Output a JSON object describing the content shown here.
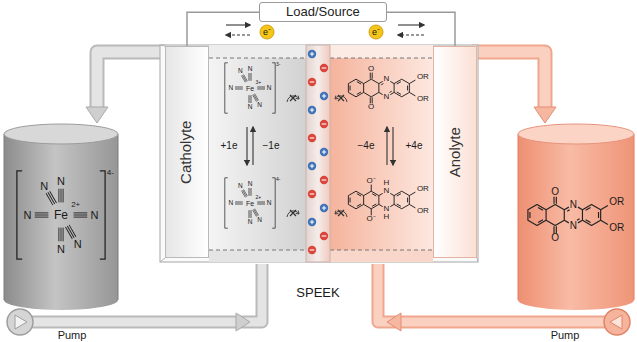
{
  "diagram": {
    "nodes": [
      {
        "text": [
          "Load/Source"
        ]
      },
      {
        "text": [
          "Catholyte"
        ]
      },
      {
        "text": [
          "Anolyte"
        ]
      }
    ],
    "edges": [
      {
        "from": 0,
        "to": 1,
        "arrow": "none"
      },
      {
        "from": 0,
        "to": 2,
        "arrow": "none"
      }
    ],
    "labels": [
      "e⁻",
      "e⁻",
      "+1e",
      "−1e",
      "−4e",
      "+4e",
      "SPEEK",
      "Pump",
      "Pump",
      "N",
      "N",
      "N",
      "N",
      "N",
      "N",
      "Fe",
      "2+",
      "4-",
      "N",
      "N",
      "N",
      "N",
      "N",
      "N",
      "Fe",
      "3+",
      "3-",
      "N",
      "N",
      "N",
      "N",
      "N",
      "N",
      "Fe",
      "2+",
      "4-",
      "O",
      "O",
      "N",
      "N",
      "OR",
      "OR",
      "O⁻",
      "O⁻",
      "N",
      "N",
      "H",
      "H",
      "OR",
      "OR",
      "O",
      "O",
      "N",
      "N",
      "OR",
      "OR"
    ]
  }
}
